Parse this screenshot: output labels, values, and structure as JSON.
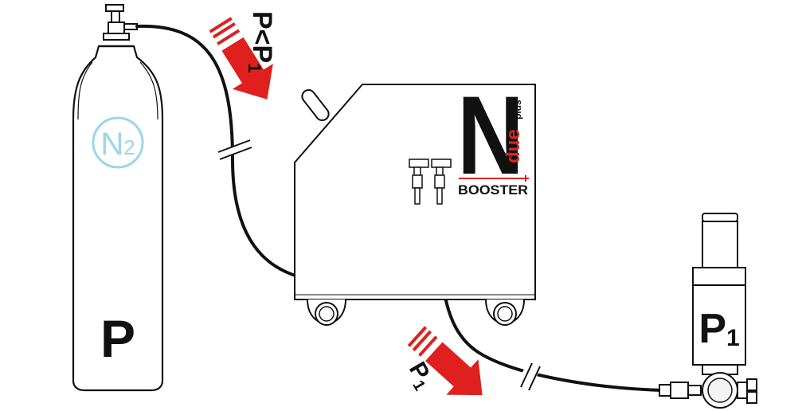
{
  "colors": {
    "arrow": "#e0201e",
    "stroke": "#111111",
    "n2_label": "#9ad6e8",
    "brand_red": "#d9241e",
    "background": "#ffffff"
  },
  "cylinder": {
    "gas_label": "N",
    "gas_subscript": "2",
    "pressure_label": "P"
  },
  "booster": {
    "brand_letter": "N",
    "brand_word": "due",
    "brand_suffix": "plus",
    "model": "BOOSTER"
  },
  "inlet_arrow": {
    "text_main": "P<P",
    "text_sub": "1"
  },
  "outlet_arrow": {
    "text_main": "P",
    "text_sub": "1"
  },
  "receiver": {
    "pressure_main": "P",
    "pressure_sub": "1"
  }
}
